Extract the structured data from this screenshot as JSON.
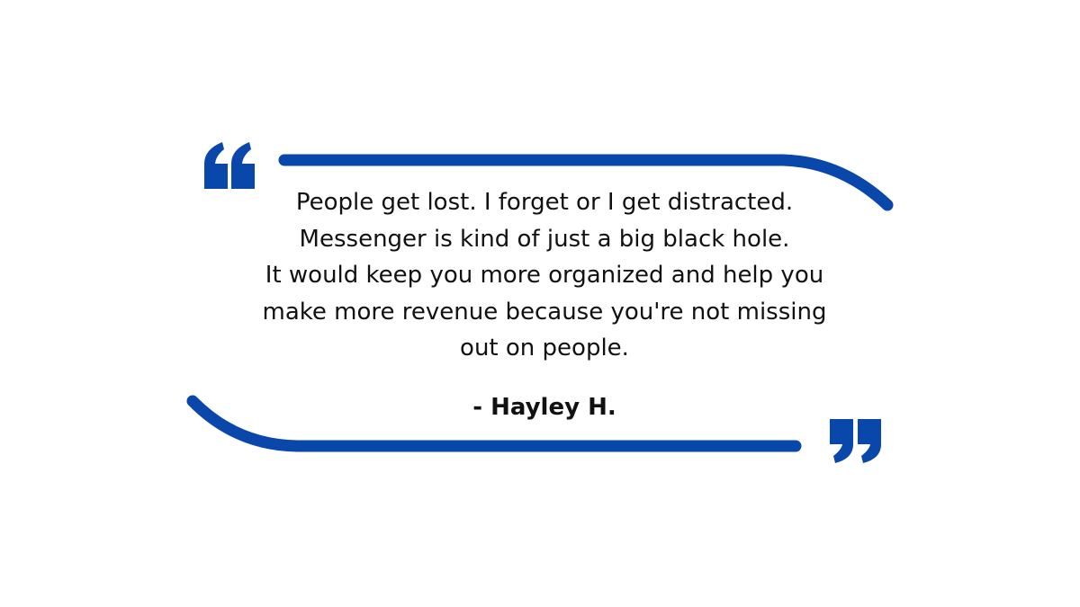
{
  "colors": {
    "accent": "#0a47ab",
    "text": "#111111",
    "background": "#ffffff"
  },
  "icons": {
    "open_quote": "open-quote-icon",
    "close_quote": "close-quote-icon"
  },
  "quote": {
    "lines": [
      "People get lost. I forget or I get distracted.",
      "Messenger is kind of just a big black hole.",
      "It would keep you more organized and help you",
      "make more revenue because you're not missing",
      "out on people."
    ],
    "author": "- Hayley H."
  }
}
